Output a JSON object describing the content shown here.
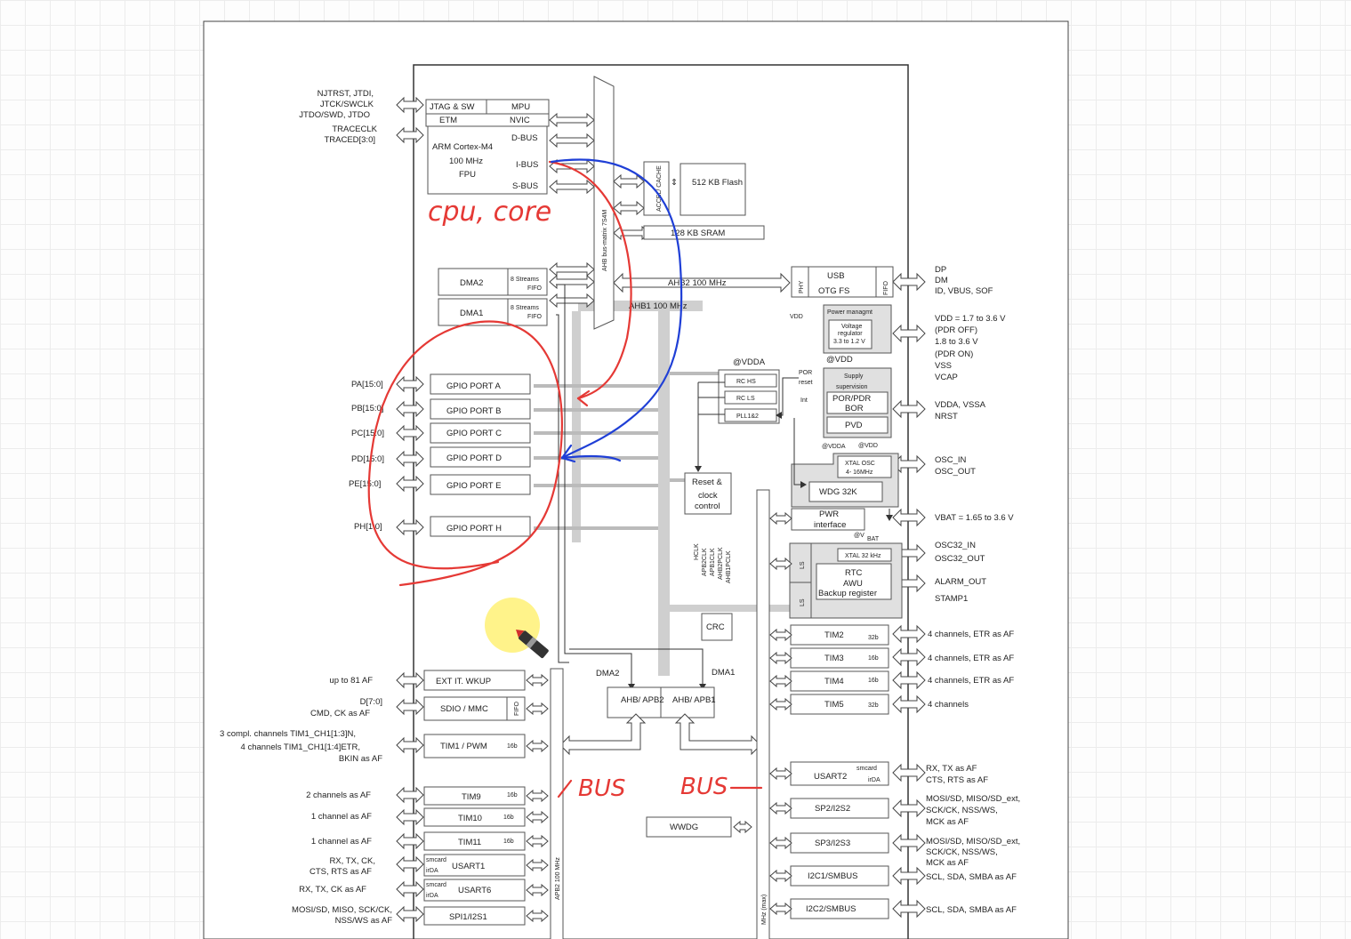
{
  "core": {
    "block_1": "JTAG & SW",
    "block_2": "MPU",
    "block_3": "ETM",
    "block_4": "NVIC",
    "cpu_1": "ARM Cortex-M4",
    "cpu_2": "100 MHz",
    "cpu_3": "FPU",
    "dbus": "D-BUS",
    "ibus": "I-BUS",
    "sbus": "S-BUS"
  },
  "left_top_labels": {
    "jtag_1": "NJTRST, JTDI,",
    "jtag_2": "JTCK/SWCLK",
    "jtag_3": "JTDO/SWD, JTDO",
    "trace_1": "TRACECLK",
    "trace_2": "TRACED[3:0]"
  },
  "bus_matrix": "AHB bus-matrix 7S4M",
  "memory": {
    "accel": "ACCEL/ CACHE",
    "flash": "512 KB Flash",
    "sram": "128 KB SRAM"
  },
  "dma": {
    "dma2": "DMA2",
    "dma1": "DMA1",
    "streams": "8 Streams",
    "fifo": "FIFO"
  },
  "ahb2": "AHB2 100 MHz",
  "ahb1": "AHB1 100 MHz",
  "usb": {
    "phy": "PHY",
    "usb_1": "USB",
    "usb_2": "OTG FS",
    "fifo": "FIFO",
    "pins_1": "DP",
    "pins_2": "DM",
    "pins_3": "ID, VBUS, SOF"
  },
  "power": {
    "vdd_in": "VDD",
    "manag": "Power managmt",
    "reg_1": "Voltage",
    "reg_2": "regulator",
    "reg_3": "3.3 to 1.2 V",
    "at_vdd": "@VDD",
    "pins_1": "VDD = 1.7 to 3.6 V",
    "pins_2": "(PDR OFF)",
    "pins_3": "1.8 to 3.6 V",
    "pins_4": "(PDR ON)",
    "pins_5": "VSS",
    "pins_6": "VCAP"
  },
  "supervision": {
    "title_1": "Supply",
    "title_2": "supervision",
    "por_1": "POR/PDR",
    "por_2": "BOR",
    "pvd": "PVD",
    "por_reset_1": "POR",
    "por_reset_2": "reset",
    "int": "Int",
    "pins_1": "VDDA, VSSA",
    "pins_2": "NRST"
  },
  "rc": {
    "at_vdda": "@VDDA",
    "hs": "RC HS",
    "ls": "RC LS",
    "pll": "PLL1&2"
  },
  "osc": {
    "at_vdda": "@VDDA",
    "at_vdd": "@VDD",
    "xtal_1": "XTAL OSC",
    "xtal_2": "4- 16MHz",
    "wdg": "WDG 32K",
    "pins_1": "OSC_IN",
    "pins_2": "OSC_OUT"
  },
  "pwr": {
    "label_1": "PWR",
    "label_2": "interface",
    "vbat_at": "@V",
    "vbat_sub": "BAT",
    "vbat": "VBAT = 1.65 to 3.6 V"
  },
  "rtc": {
    "ls": "LS",
    "xtal": "XTAL 32 kHz",
    "rtc": "RTC",
    "awu": "AWU",
    "backup": "Backup register",
    "pins_1": "OSC32_IN",
    "pins_2": "OSC32_OUT",
    "pins_3": "ALARM_OUT",
    "pins_4": "STAMP1"
  },
  "reset": {
    "l1": "Reset &",
    "l2": "clock",
    "l3": "control"
  },
  "clocks": [
    "HCLK",
    "APB2CLK",
    "APB1CLK",
    "AHB2PCLK",
    "AHB1PCLK"
  ],
  "crc": "CRC",
  "gpio": [
    {
      "pin": "PA[15:0]",
      "name": "GPIO PORT A"
    },
    {
      "pin": "PB[15:0]",
      "name": "GPIO PORT B"
    },
    {
      "pin": "PC[15:0]",
      "name": "GPIO PORT C"
    },
    {
      "pin": "PD[15:0]",
      "name": "GPIO PORT D"
    },
    {
      "pin": "PE[15:0]",
      "name": "GPIO PORT E"
    },
    {
      "pin": "PH[1:0]",
      "name": "GPIO PORT H"
    }
  ],
  "left_periph": {
    "exti": "EXT IT. WKUP",
    "exti_pin": "up to 81 AF",
    "sdio": "SDIO / MMC",
    "sdio_fifo": "FIFO",
    "sdio_pin_1": "D[7:0]",
    "sdio_pin_2": "CMD, CK as AF",
    "tim1": "TIM1 / PWM",
    "tim1_b": "16b",
    "tim1_pin_1": "3 compl. channels TIM1_CH1[1:3]N,",
    "tim1_pin_2": "4 channels TIM1_CH1[1:4]ETR,",
    "tim1_pin_3": "BKIN as AF",
    "tim9": "TIM9",
    "tim9_b": "16b",
    "tim9_pin": "2 channels as AF",
    "tim10": "TIM10",
    "tim10_b": "16b",
    "tim10_pin": "1 channel as AF",
    "tim11": "TIM11",
    "tim11_b": "16b",
    "tim11_pin": "1 channel as AF",
    "usart1": "USART1",
    "usart1_sm": "smcard",
    "usart1_ir": "irDA",
    "usart1_pin_1": "RX, TX, CK,",
    "usart1_pin_2": "CTS, RTS as AF",
    "usart6": "USART6",
    "usart6_sm": "smcard",
    "usart6_ir": "irDA",
    "usart6_pin": "RX, TX, CK as AF",
    "spi1": "SPI1/I2S1",
    "spi1_pin_1": "MOSI/SD, MISO, SCK/CK,",
    "spi1_pin_2": "NSS/WS as AF"
  },
  "apb2_label": "APB2 100 MHz",
  "apb1_label": "MHz (max)",
  "bridges": {
    "dma2": "DMA2",
    "dma1": "DMA1",
    "ahb_apb2": "AHB/ APB2",
    "ahb_apb1": "AHB/ APB1"
  },
  "wwdg": "WWDG",
  "right_periph": [
    {
      "name": "TIM2",
      "bits": "32b",
      "pin": "4 channels, ETR as AF"
    },
    {
      "name": "TIM3",
      "bits": "16b",
      "pin": "4 channels, ETR as AF"
    },
    {
      "name": "TIM4",
      "bits": "16b",
      "pin": "4 channels, ETR as AF"
    },
    {
      "name": "TIM5",
      "bits": "32b",
      "pin": "4 channels"
    }
  ],
  "right_serial": {
    "usart2": "USART2",
    "usart2_sm": "smcard",
    "usart2_ir": "irDA",
    "usart2_pin_1": "RX, TX as AF",
    "usart2_pin_2": "CTS, RTS as AF",
    "spi2": "SP2/I2S2",
    "spi2_pin_1": "MOSI/SD, MISO/SD_ext,",
    "spi2_pin_2": "SCK/CK, NSS/WS,",
    "spi2_pin_3": "MCK as AF",
    "spi3": "SP3/I2S3",
    "spi3_pin_1": "MOSI/SD, MISO/SD_ext,",
    "spi3_pin_2": "SCK/CK, NSS/WS,",
    "spi3_pin_3": "MCK as AF",
    "i2c1": "I2C1/SMBUS",
    "i2c1_pin": "SCL, SDA, SMBA as AF",
    "i2c2": "I2C2/SMBUS",
    "i2c2_pin": "SCL, SDA, SMBA as AF"
  },
  "annotations": {
    "cpu_core": "cpu, core",
    "bus_left": "BUS",
    "bus_right": "BUS"
  },
  "colors": {
    "red_ink": "#e53935",
    "blue_ink": "#1f3fd6",
    "pointer": "#fff176"
  }
}
